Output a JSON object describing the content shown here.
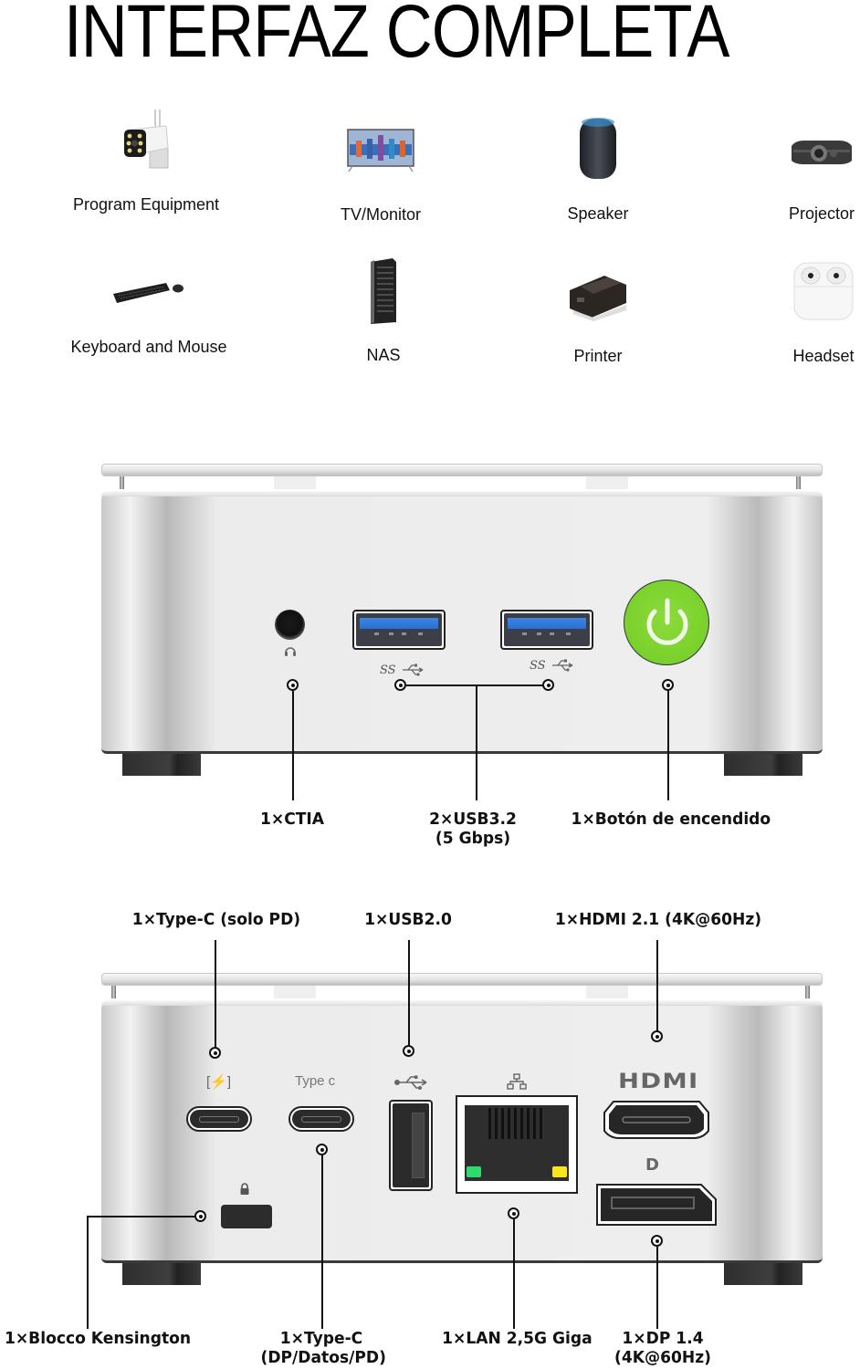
{
  "title": "INTERFAZ COMPLETA",
  "devices": [
    {
      "label": "Program Equipment",
      "icon": "security-camera-icon"
    },
    {
      "label": "TV/Monitor",
      "icon": "tv-monitor-icon"
    },
    {
      "label": "Speaker",
      "icon": "smart-speaker-icon"
    },
    {
      "label": "Projector",
      "icon": "projector-icon"
    },
    {
      "label": "Keyboard and Mouse",
      "icon": "keyboard-mouse-icon"
    },
    {
      "label": "NAS",
      "icon": "nas-server-icon"
    },
    {
      "label": "Printer",
      "icon": "printer-icon"
    },
    {
      "label": "Headset",
      "icon": "earbuds-icon"
    }
  ],
  "front_panel": {
    "ports": {
      "audio_symbol": "headset-icon",
      "usb_logo": "SS",
      "power_symbol": "power-icon"
    },
    "callouts": [
      {
        "id": "ctia",
        "label": "1×CTIA"
      },
      {
        "id": "usb32",
        "label_line1": "2×USB3.2",
        "label_line2": "(5 Gbps)"
      },
      {
        "id": "power",
        "label": "1×Botón de encendido"
      }
    ]
  },
  "back_panel": {
    "port_labels": {
      "pd_symbol": "[⚡]",
      "typec": "Type c",
      "hdmi": "HDMI",
      "dp": "D"
    },
    "callouts_top": [
      {
        "id": "typec-pd",
        "label": "1×Type-C (solo PD)"
      },
      {
        "id": "usb20",
        "label": "1×USB2.0"
      },
      {
        "id": "hdmi",
        "label": "1×HDMI 2.1 (4K@60Hz)"
      }
    ],
    "callouts_bottom": [
      {
        "id": "kensington",
        "label": "1×Blocco Kensington"
      },
      {
        "id": "typec-dp",
        "label_line1": "1×Type-C",
        "label_line2": "(DP/Datos/PD)"
      },
      {
        "id": "lan",
        "label": "1×LAN 2,5G Giga"
      },
      {
        "id": "dp",
        "label_line1": "1×DP 1.4",
        "label_line2": "(4K@60Hz)"
      }
    ]
  },
  "colors": {
    "power_green": "#7ad12b",
    "usb3_blue": "#2a6fd4",
    "lan_led_green": "#2ddc6a",
    "lan_led_yellow": "#f5e61e",
    "chassis_silver": "#ececec"
  }
}
